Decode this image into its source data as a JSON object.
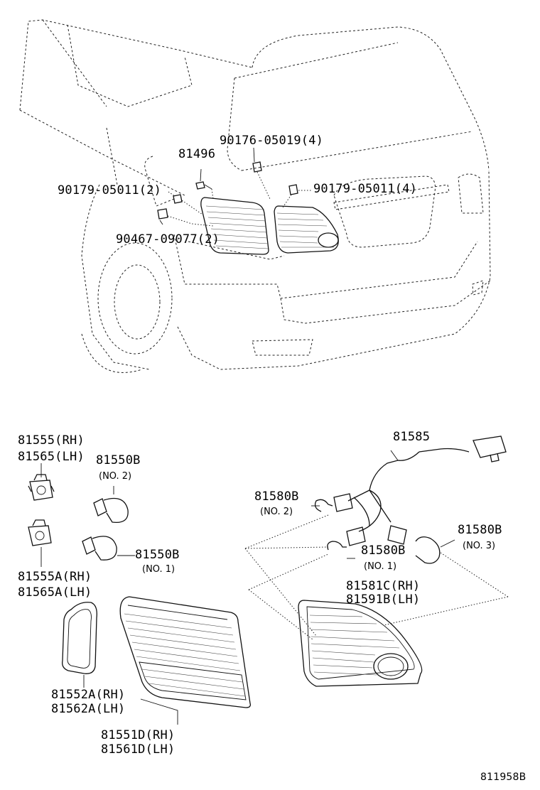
{
  "colors": {
    "line": "#111111",
    "background": "#ffffff"
  },
  "labels": {
    "p81496": "81496",
    "p90176": "90176-05019(4)",
    "p90179_left": "90179-05011(2)",
    "p90179_right": "90179-05011(4)",
    "p90467": "90467-09077(2)",
    "p81555": "81555(RH)",
    "p81565": "81565(LH)",
    "p81550B_top": "81550B",
    "no2_a": "(NO. 2)",
    "p81585": "81585",
    "p81580B_left": "81580B",
    "no2_b": "(NO. 2)",
    "p81580B_right": "81580B",
    "no3": "(NO. 3)",
    "p81580B_mid": "81580B",
    "no1_b": "(NO. 1)",
    "p81550B_mid": "81550B",
    "no1_a": "(NO. 1)",
    "p81555A": "81555A(RH)",
    "p81565A": "81565A(LH)",
    "p81581C": "81581C(RH)",
    "p81591B": "81591B(LH)",
    "p81552A": "81552A(RH)",
    "p81562A": "81562A(LH)",
    "p81551D": "81551D(RH)",
    "p81561D": "81561D(LH)",
    "ref": "811958B"
  }
}
